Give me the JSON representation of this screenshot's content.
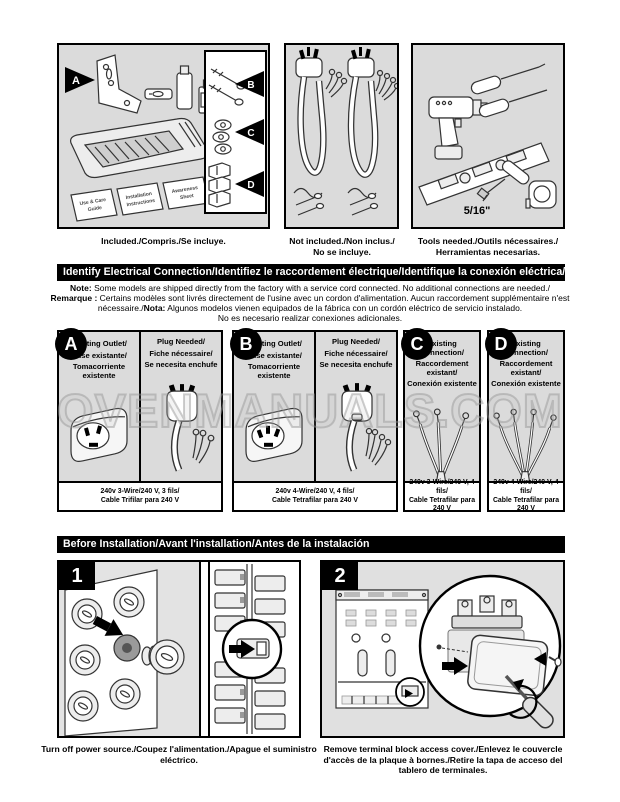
{
  "watermark": "OVENMANUALS.COM",
  "top_panels": {
    "included": {
      "caption": "Included./Compris./Se incluye.",
      "arrow_labels": [
        "A",
        "B",
        "C",
        "D"
      ],
      "booklets": [
        [
          "Use & Care",
          "Guide"
        ],
        [
          "Installation",
          "Instructions"
        ],
        [
          "Awareness",
          "Sheet"
        ]
      ]
    },
    "not_included": {
      "caption_lines": [
        "Not included./Non inclus./",
        "No se incluye."
      ]
    },
    "tools": {
      "caption_lines": [
        "Tools needed./Outils nécessaires./",
        "Herramientas necesarias."
      ],
      "nut_driver_size": "5/16\""
    }
  },
  "electrical_section": {
    "header": "Identify Electrical Connection/Identifiez le raccordement électrique/Identifique la conexión eléctrica/",
    "note_lines": [
      [
        {
          "b": true,
          "t": "Note:"
        },
        {
          "b": false,
          "t": " Some models are shipped directly from the factory with a service cord connected. No additional connections are needed./"
        }
      ],
      [
        {
          "b": true,
          "t": "Remarque :"
        },
        {
          "b": false,
          "t": " Certains modèles sont livrés directement de l'usine avec un cordon d'alimentation. Aucun raccordement supplémentaire n'est"
        }
      ],
      [
        {
          "b": false,
          "t": "nécessaire./"
        },
        {
          "b": true,
          "t": "Nota:"
        },
        {
          "b": false,
          "t": " Algunos modelos vienen equipados de la fábrica con un cordón eléctrico de servicio instalado."
        }
      ],
      [
        {
          "b": false,
          "t": "No es necesario realizar conexiones adicionales."
        }
      ]
    ],
    "options": [
      {
        "letter": "A",
        "left_heading": [
          "Existing Outlet/",
          "Prise existante/",
          "Tomacorriente existente"
        ],
        "right_heading": [
          "Plug Needed/",
          "Fiche nécessaire/",
          "Se necesita enchufe"
        ],
        "caption_lines": [
          "240v 3-Wire/240 V, 3 fils/",
          "Cable Trifilar para 240 V"
        ]
      },
      {
        "letter": "B",
        "left_heading": [
          "Existing Outlet/",
          "Prise existante/",
          "Tomacorriente existente"
        ],
        "right_heading": [
          "Plug Needed/",
          "Fiche nécessaire/",
          "Se necesita enchufe"
        ],
        "caption_lines": [
          "240v 4-Wire/240 V, 4 fils/",
          "Cable Tetrafilar para 240 V"
        ]
      },
      {
        "letter": "C",
        "heading": [
          "Existing Connection/",
          "Raccordement existant/",
          "Conexión existente"
        ],
        "caption_lines": [
          "240v 3-Wire/240 V, 4 fils/",
          "Cable Tetrafilar para 240 V"
        ]
      },
      {
        "letter": "D",
        "heading": [
          "Existing Connection/",
          "Raccordement existant/",
          "Conexión existente"
        ],
        "caption_lines": [
          "240v 4-Wire/240 V, 4 fils/",
          "Cable Tetrafilar para 240 V"
        ]
      }
    ]
  },
  "before_installation": {
    "header": "Before Installation/Avant l'installation/Antes de la instalación",
    "steps": [
      {
        "number": "1",
        "caption": "Turn off power source./Coupez l'alimentation./Apague el suministro eléctrico."
      },
      {
        "number": "2",
        "caption": "Remove terminal block access cover./Enlevez le couvercle d'accès de la plaque à bornes./Retire la tapa de acceso del tablero de terminales."
      }
    ]
  },
  "colors": {
    "panel_fill": "#dbdbdb",
    "bar_bg": "#000000",
    "bar_text": "#ffffff"
  }
}
